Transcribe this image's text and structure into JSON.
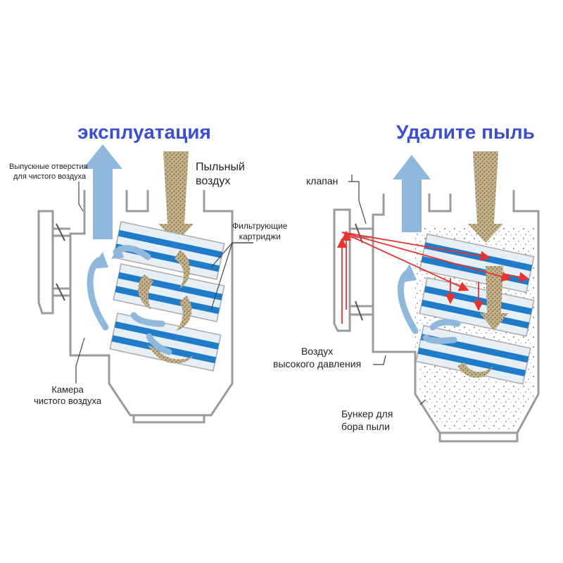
{
  "left_panel": {
    "title": "эксплуатация",
    "labels": {
      "outlets_line1": "Выпускные отверстия",
      "outlets_line2": "для чистого воздуха",
      "dusty_air_line1": "Пыльный",
      "dusty_air_line2": "воздух",
      "cartridges_line1": "Фильтрующие",
      "cartridges_line2": "картриджи",
      "chamber_line1": "Камера",
      "chamber_line2": "чистого воздуха"
    }
  },
  "right_panel": {
    "title": "Удалите пыль",
    "labels": {
      "valve": "клапан",
      "pressure_line1": "Воздух",
      "pressure_line2": "высокого давления",
      "hopper_line1": "Бункер для",
      "hopper_line2": "бора пыли"
    }
  },
  "colors": {
    "title": "#3b4fcf",
    "cartridge_blue": "#1f7cc8",
    "air_arrow": "#8fb8dc",
    "dust": "#b9a57a",
    "pressure_arrow": "#e8332e",
    "housing": "#9a9a9a"
  }
}
